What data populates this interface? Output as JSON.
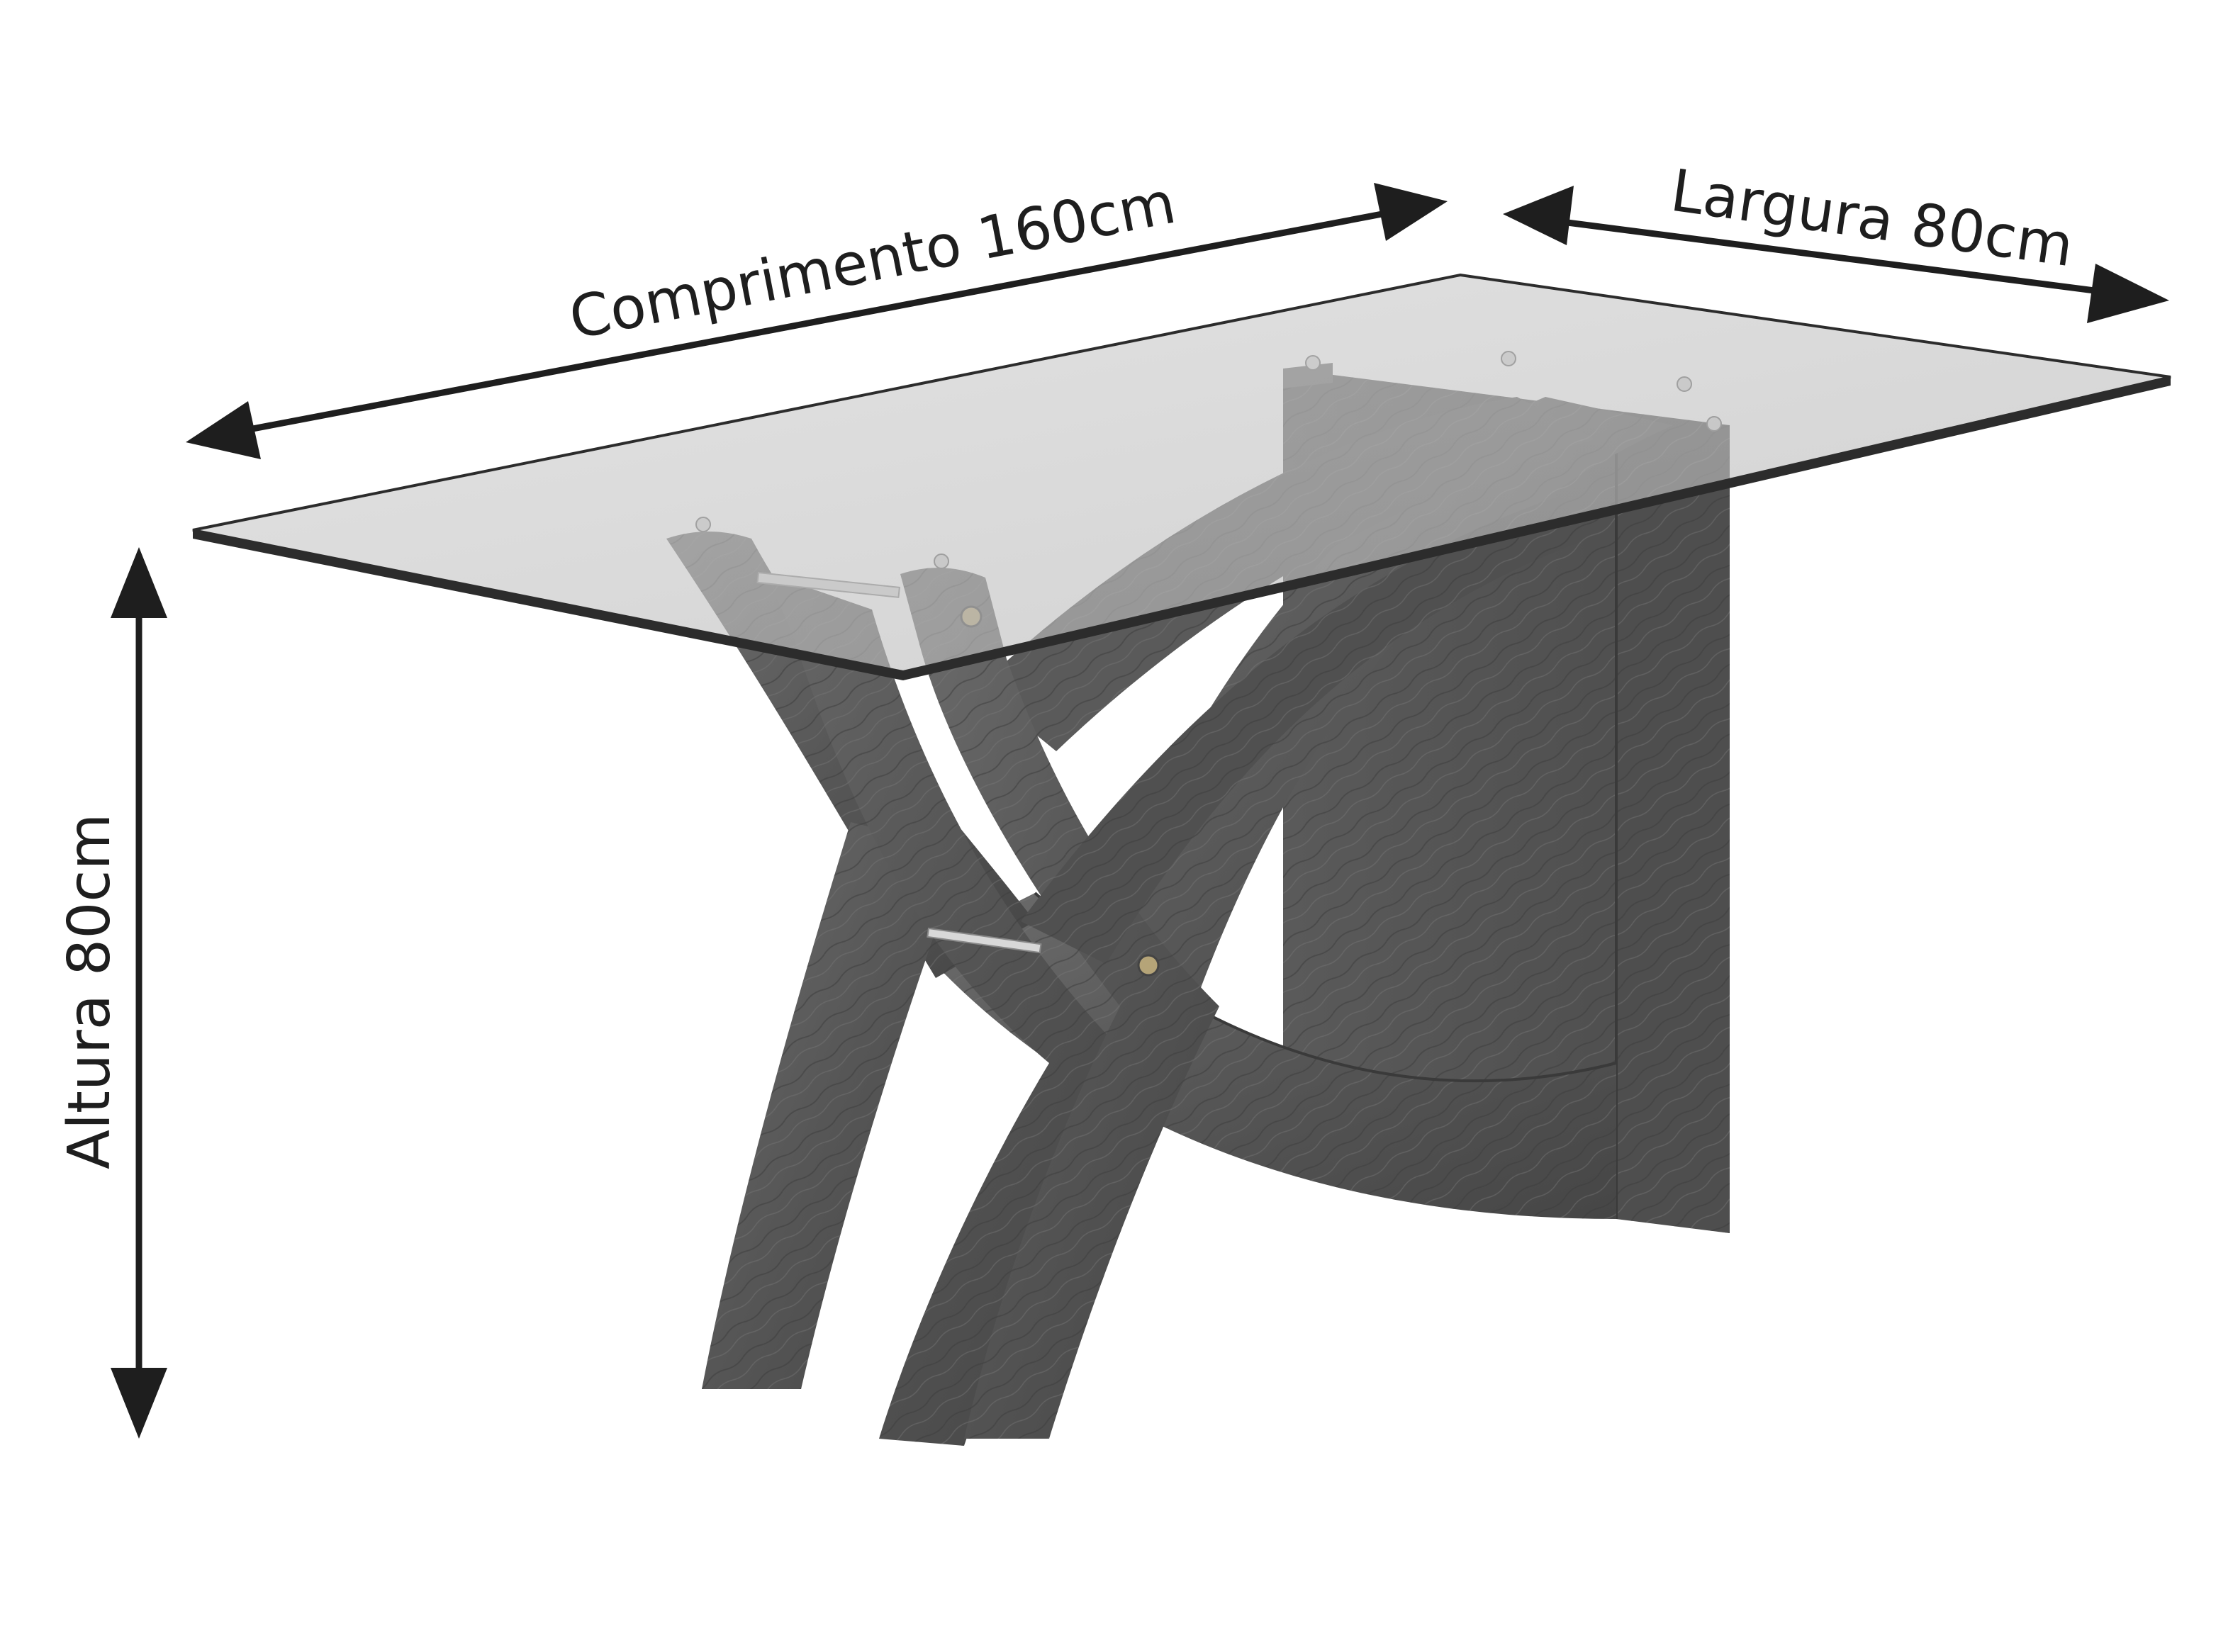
{
  "dimensions": {
    "length": {
      "label": "Comprimento 160cm"
    },
    "width": {
      "label": "Largura 80cm"
    },
    "height": {
      "label": "Altura 80cm"
    }
  },
  "colors": {
    "wood_dark": "#4a4a4a",
    "wood_mid": "#5e5e5e",
    "wood_light": "#7a7a7a",
    "glass": "#bdbdbd",
    "line": "#1e1e1e",
    "background": "#ffffff"
  }
}
